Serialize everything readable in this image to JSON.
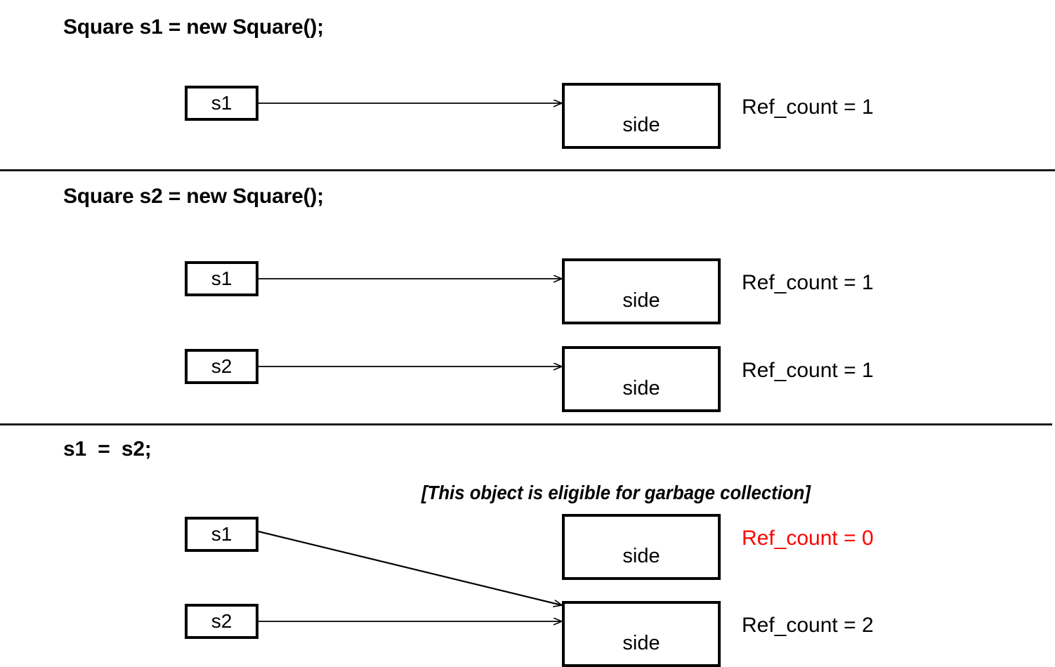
{
  "diagram": {
    "title_note": "Reference counting garbage collection illustration",
    "object_label": "side",
    "sections": [
      {
        "id": "section-1",
        "statement": "Square s1 = new Square();",
        "divider_below": true,
        "rows": [
          {
            "variable": "s1",
            "object": "side",
            "ref_count": "Ref_count = 1",
            "ref_count_color": "#000000",
            "arrow": "straight"
          }
        ],
        "annotation": ""
      },
      {
        "id": "section-2",
        "statement": "Square s2 = new Square();",
        "divider_below": true,
        "rows": [
          {
            "variable": "s1",
            "object": "side",
            "ref_count": "Ref_count = 1",
            "ref_count_color": "#000000",
            "arrow": "straight"
          },
          {
            "variable": "s2",
            "object": "side",
            "ref_count": "Ref_count = 1",
            "ref_count_color": "#000000",
            "arrow": "straight"
          }
        ],
        "annotation": ""
      },
      {
        "id": "section-3",
        "statement": "s1  =  s2;",
        "divider_below": false,
        "rows": [
          {
            "variable": "s1",
            "object": "side",
            "ref_count": "Ref_count = 0",
            "ref_count_color": "#ff0000",
            "arrow": "diagonal-down"
          },
          {
            "variable": "s2",
            "object": "side",
            "ref_count": "Ref_count = 2",
            "ref_count_color": "#000000",
            "arrow": "straight"
          }
        ],
        "annotation": "[This object is eligible for garbage collection]"
      }
    ]
  },
  "colors": {
    "ink": "#000000",
    "danger": "#ff0000",
    "paper": "#ffffff",
    "divider": "#1a1a1a"
  }
}
